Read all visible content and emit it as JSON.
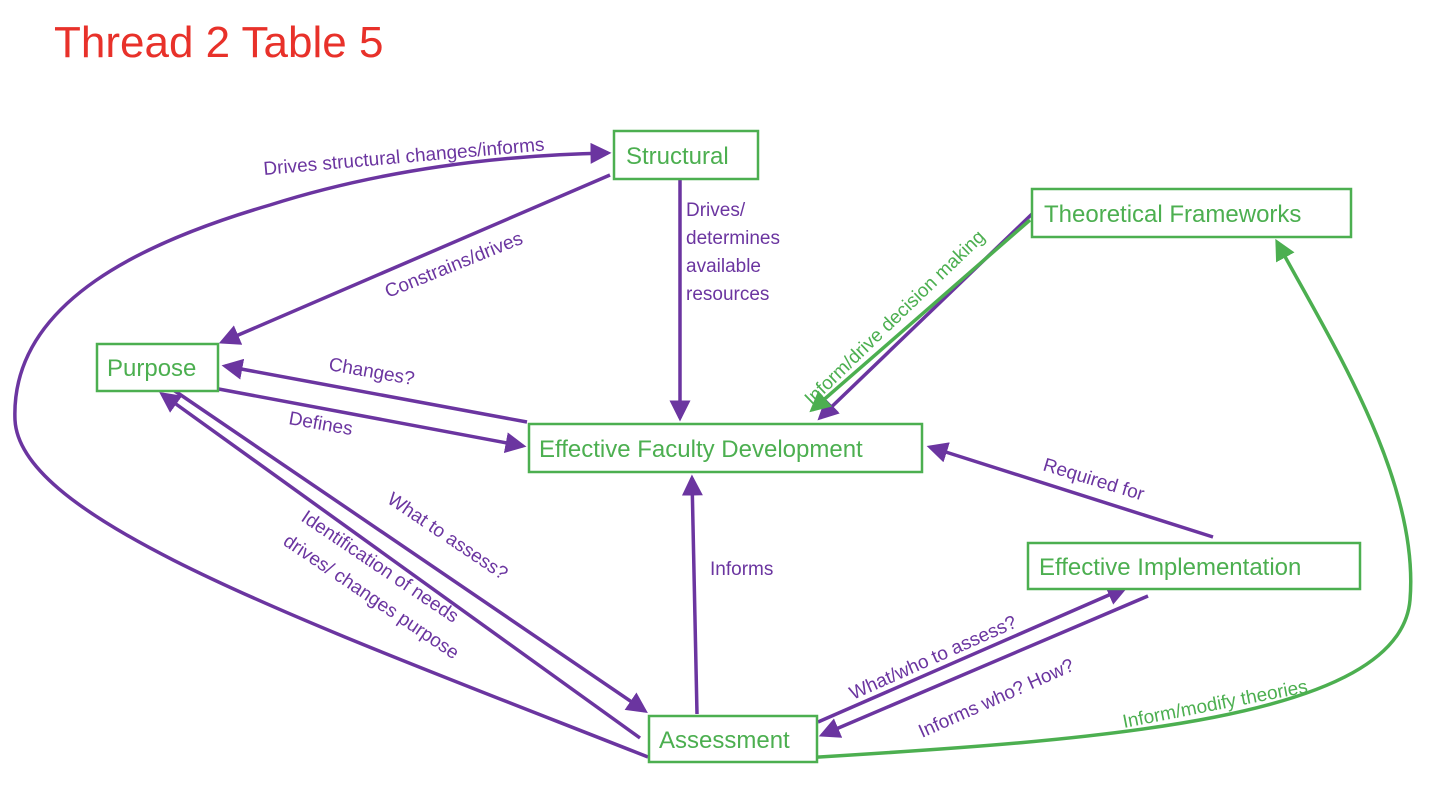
{
  "title": "Thread 2 Table 5",
  "colors": {
    "title": "#e8312a",
    "node": "#4caf50",
    "purple_edge": "#6b35a0",
    "green_edge": "#4caf50"
  },
  "nodes": {
    "structural": "Structural",
    "theoretical": "Theoretical Frameworks",
    "purpose": "Purpose",
    "efd": "Effective Faculty Development",
    "implementation": "Effective Implementation",
    "assessment": "Assessment"
  },
  "edges": {
    "drives_structural": "Drives structural changes/informs",
    "constrains": "Constrains/drives",
    "drives_resources": [
      "Drives/",
      "determines",
      "available",
      "resources"
    ],
    "changes": "Changes?",
    "defines": "Defines",
    "what_to_assess": "What to assess?",
    "identification": [
      "Identification of needs",
      "drives/ changes purpose"
    ],
    "informs": "Informs",
    "inform_drive": "Inform/drive decision making",
    "required_for": "Required for",
    "what_who": "What/who to assess?",
    "informs_who": "Informs who? How?",
    "inform_modify": "Inform/modify theories"
  }
}
